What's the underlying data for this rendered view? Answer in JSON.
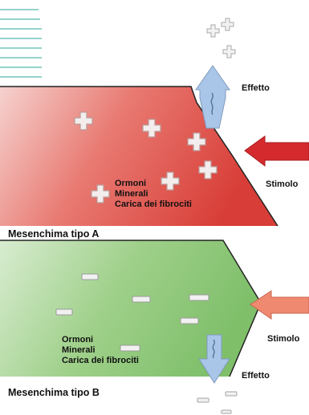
{
  "diagram": {
    "panel_a": {
      "title": "Mesenchima tipo A",
      "label_effect": "Effetto",
      "label_stimulus": "Stimolo",
      "content": [
        "Ormoni",
        "Minerali",
        "Carica dei fibrociti"
      ],
      "charge_symbol": "plus",
      "color": "#e2534d"
    },
    "panel_b": {
      "title": "Mesenchima tipo B",
      "label_effect": "Effetto",
      "label_stimulus": "Stimolo",
      "content": [
        "Ormoni",
        "Minerali",
        "Carica dei fibrociti"
      ],
      "charge_symbol": "minus",
      "color": "#8fc77a"
    },
    "colors": {
      "stimulus_arrow_a": "#d42a2e",
      "stimulus_arrow_b": "#ef8a70",
      "effect_arrow": "#a9c6e8",
      "lines": "#2aa79a"
    }
  }
}
